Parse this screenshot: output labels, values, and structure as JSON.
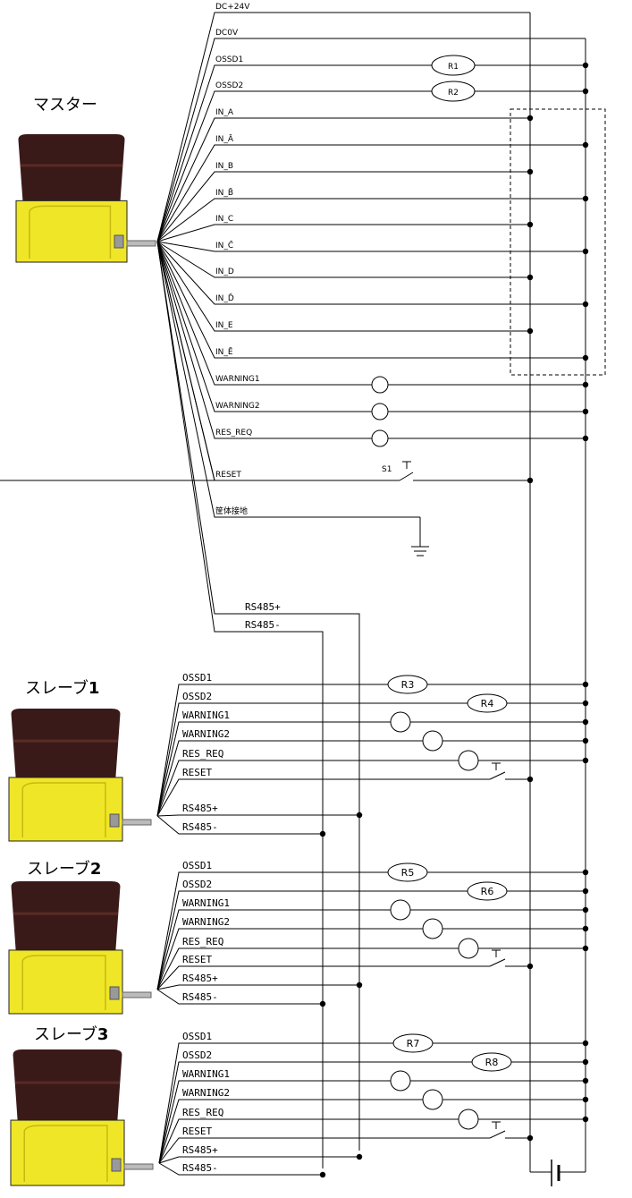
{
  "titles": {
    "master": "マスター",
    "slave1": "スレーブ",
    "slave1_num": "1",
    "slave2": "スレーブ",
    "slave2_num": "2",
    "slave3": "スレーブ",
    "slave3_num": "3"
  },
  "master_signals": [
    "DC+24V",
    "DC0V",
    "OSSD1",
    "OSSD2",
    "IN_A",
    "IN_Ā",
    "IN_B",
    "IN_B̄",
    "IN_C",
    "IN_C̄",
    "IN_D",
    "IN_D̄",
    "IN_E",
    "IN_Ē",
    "WARNING1",
    "WARNING2",
    "RES_REQ",
    "RESET",
    "筐体接地"
  ],
  "rs485": [
    "RS485+",
    "RS485-"
  ],
  "slave_signals": [
    "OSSD1",
    "OSSD2",
    "WARNING1",
    "WARNING2",
    "RES_REQ",
    "RESET",
    "RS485+",
    "RS485-"
  ],
  "relays": {
    "master": [
      "R1",
      "R2"
    ],
    "slave1": [
      "R3",
      "R4"
    ],
    "slave2": [
      "R5",
      "R6"
    ],
    "slave3": [
      "R7",
      "R8"
    ]
  },
  "switch_label": "S1",
  "colors": {
    "scanner_top": "#3a1a18",
    "scanner_yellow": "#f0e628",
    "scanner_yellow_dark": "#c8b810",
    "line": "#000000"
  }
}
